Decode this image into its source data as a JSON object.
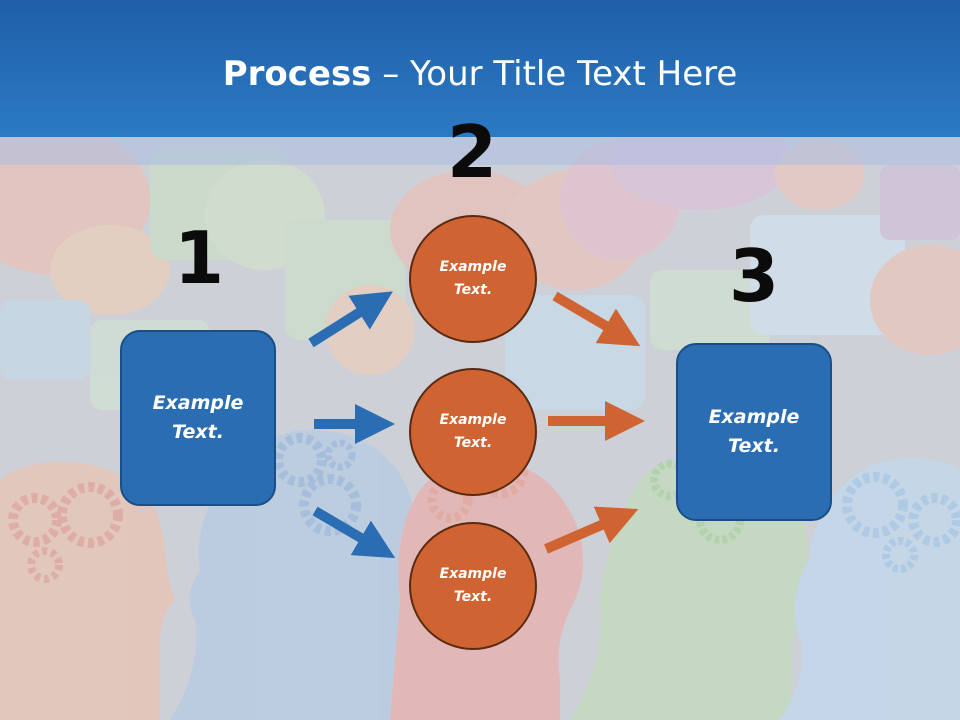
{
  "title": {
    "bold": "Process",
    "rest": " – Your Title Text Here"
  },
  "steps": {
    "one": "1",
    "two": "2",
    "three": "3"
  },
  "input_box": {
    "text": "Example Text."
  },
  "circles": [
    {
      "text": "Example Text."
    },
    {
      "text": "Example Text."
    },
    {
      "text": "Example Text."
    }
  ],
  "output_box": {
    "text": "Example Text."
  },
  "colors": {
    "title_bar": "#2a72bd",
    "box_fill": "#2a6db2",
    "circle_fill": "#cf6332",
    "blue_arrow": "#2a6db2",
    "orange_arrow": "#cf6332"
  }
}
